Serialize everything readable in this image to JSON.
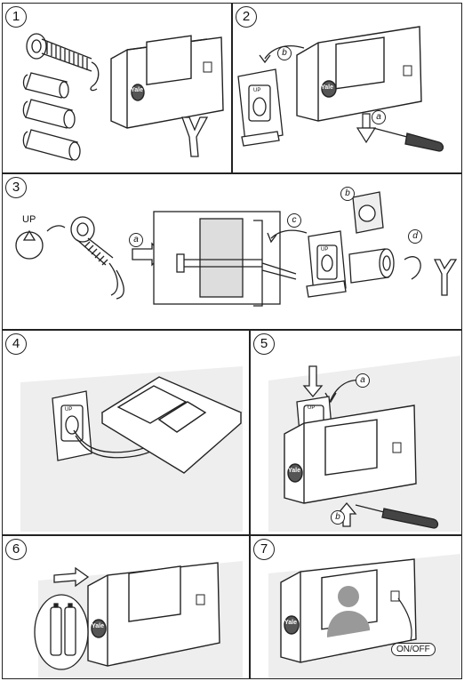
{
  "steps": [
    {
      "number": "1"
    },
    {
      "number": "2",
      "callouts": [
        "b",
        "a"
      ],
      "brand": "Yale",
      "plate_mark": "UP"
    },
    {
      "number": "3",
      "callouts": [
        "a",
        "c",
        "b",
        "d"
      ],
      "up_label": "UP",
      "plate_mark": "UP"
    },
    {
      "number": "4",
      "plate_mark": "UP"
    },
    {
      "number": "5",
      "callouts": [
        "a",
        "b"
      ],
      "brand": "Yale",
      "plate_mark": "UP"
    },
    {
      "number": "6",
      "brand": "Yale"
    },
    {
      "number": "7",
      "brand": "Yale",
      "switch_label": "ON/OFF"
    }
  ],
  "step1_brand": "Yale"
}
